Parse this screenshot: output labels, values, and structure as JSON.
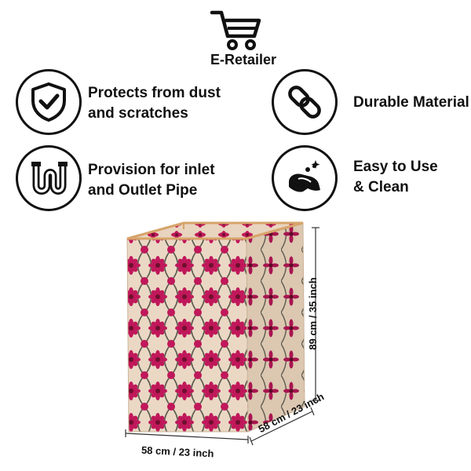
{
  "brand": {
    "name": "E-Retailer",
    "icon": "shopping-cart-icon"
  },
  "features": [
    {
      "icon": "shield-check-icon",
      "label_line1": "Protects from dust",
      "label_line2": "and scratches"
    },
    {
      "icon": "chain-link-icon",
      "label_line1": "Durable Material",
      "label_line2": ""
    },
    {
      "icon": "pipe-icon",
      "label_line1": "Provision for inlet",
      "label_line2": "and Outlet Pipe"
    },
    {
      "icon": "hand-wash-icon",
      "label_line1": "Easy to Use",
      "label_line2": "& Clean"
    }
  ],
  "product": {
    "image": "floral-washing-machine-cover",
    "colors": {
      "base": "#ead8c4",
      "flower": "#c0185a",
      "flower_center": "#6e0f2e",
      "leaf": "#5b5a4e",
      "trim": "#d7a46a"
    }
  },
  "dimensions": {
    "height": "89 cm / 35 inch",
    "width": "58 cm / 23 inch",
    "depth": "58 cm / 23 inch"
  }
}
